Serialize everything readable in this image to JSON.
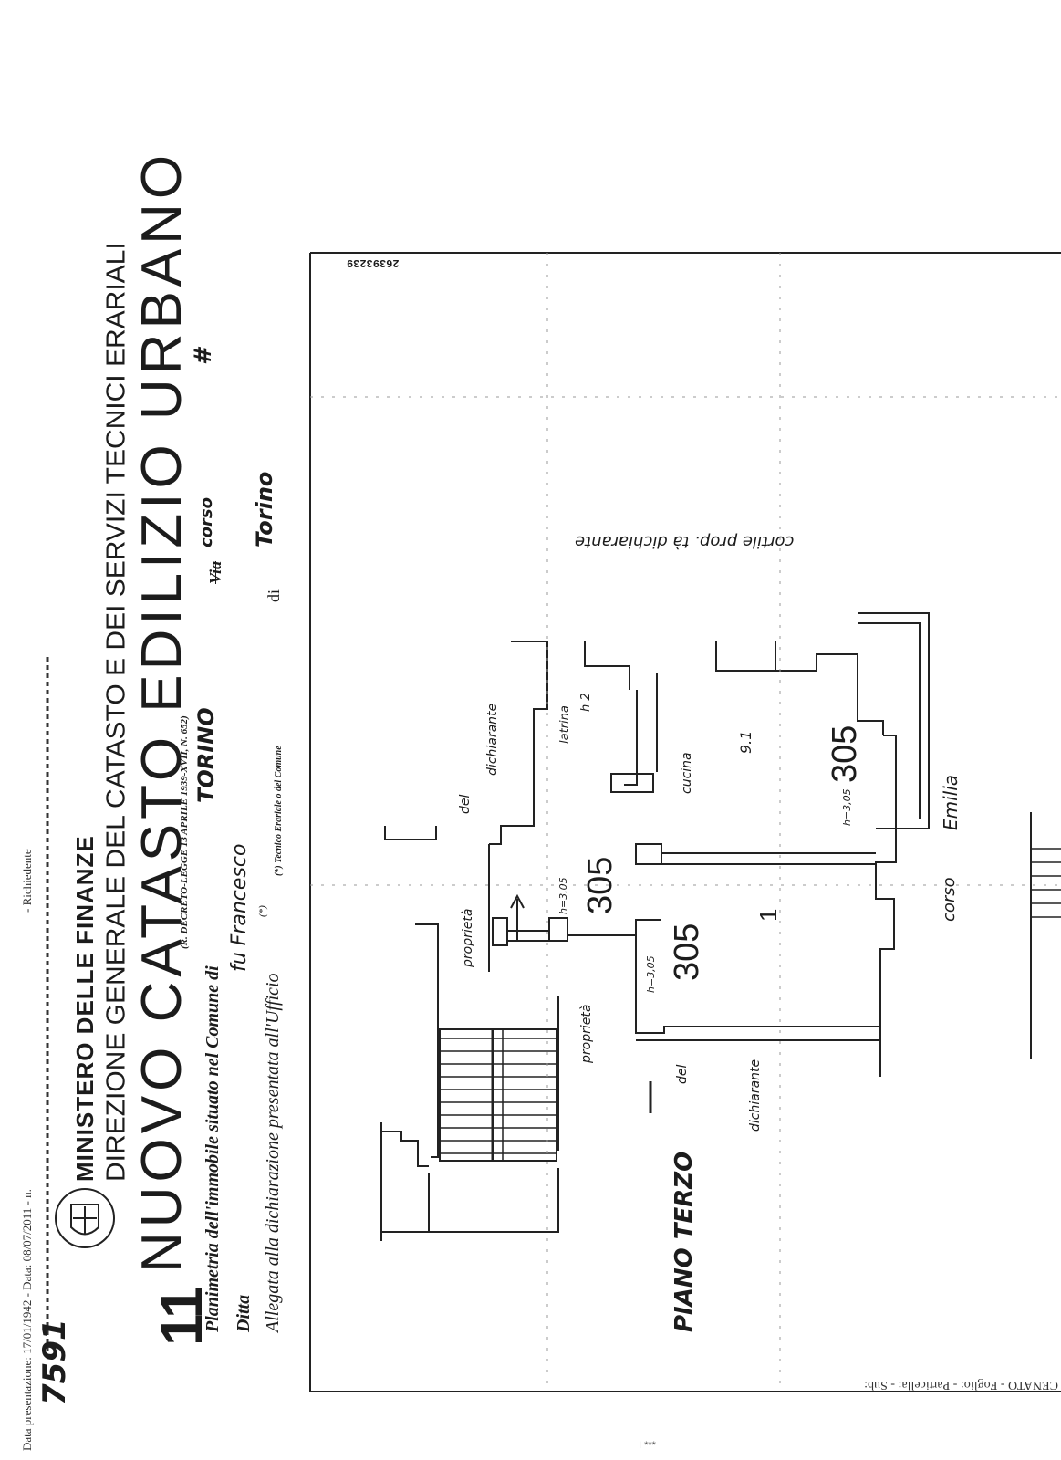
{
  "sidebar": {
    "data_presentazione": "Data presentazione: 17/01/1942 - Data: 08/07/2011 - n.",
    "richiedente": "- Richiedente",
    "handwritten_number": "7591"
  },
  "header": {
    "number": "11",
    "ministry": "MINISTERO DELLE FINANZE",
    "direction": "DIREZIONE GENERALE DEL CATASTO E DEI SERVIZI TECNICI ERARIALI",
    "title": "NUOVO CATASTO EDILIZIO URBANO",
    "decree": "(R. DECRETO-LEGGE 13 APRILE 1939-XVII, N. 652)",
    "footnote": "(*) Tecnico Erariale o del Comune"
  },
  "form": {
    "planimetria_label": "Planimetria dell'immobile situato nel Comune di",
    "comune_value": "TORINO",
    "via_label": "Via",
    "via_value": "corso",
    "via_number": "#",
    "ditta_label": "Ditta",
    "ditta_value": "fu Francesco",
    "allegata_label": "Allegata alla dichiarazione presentata all'Ufficio",
    "allegata_sup": "(*)",
    "di_label": "di",
    "di_value": "Torino"
  },
  "stamp": {
    "serial": "26393239"
  },
  "plan": {
    "cortile": "cortile prop. tà dichiarante",
    "dichiarante_top": "dichiarante",
    "del_top": "del",
    "proprieta_top": "proprietà",
    "latrina": "latrina",
    "latrina_h": "h 2",
    "cucina": "cucina",
    "cucina_num": "9.1",
    "h305_kitchen": "h=3,05",
    "num305_kitchen": "305",
    "h305_mid": "h=3,05",
    "num305_mid": "305",
    "h305_room": "h=3,05",
    "num305_room": "305",
    "num1": "1",
    "proprieta_bottom": "proprietà",
    "del_bottom": "del",
    "dichiarante_bottom": "dichiarante",
    "emilia": "Emilia",
    "corso": "corso",
    "piano_terzo": "PIANO TERZO"
  },
  "bottom_strip": {
    "text": "CENATO - Foglio: - Particella: - Sub:",
    "foot": "I ***"
  }
}
